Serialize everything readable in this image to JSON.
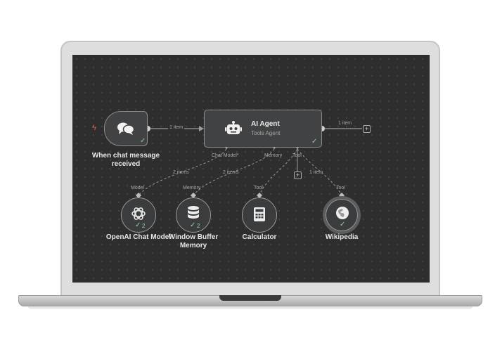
{
  "workflow": {
    "trigger": {
      "title_line1": "When chat message",
      "title_line2": "received",
      "check": "✓"
    },
    "agent": {
      "title": "AI Agent",
      "subtitle": "Tools Agent",
      "check": "✓"
    },
    "ports": {
      "chat_model": "Chat Model*",
      "memory": "Memory",
      "tool": "Tool"
    },
    "connections": {
      "trigger_to_agent": "1 item",
      "agent_output": "1 item",
      "model_items": "2 items",
      "memory_items": "2 items",
      "tool_items": "1 item"
    },
    "subnodes": [
      {
        "type_label": "Model",
        "title_line1": "OpenAI Chat Model",
        "title_line2": "",
        "icon": "openai-icon",
        "check": "✓",
        "count": "2"
      },
      {
        "type_label": "Memory",
        "title_line1": "Window Buffer",
        "title_line2": "Memory",
        "icon": "database-icon",
        "check": "✓",
        "count": "2"
      },
      {
        "type_label": "Tool",
        "title_line1": "Calculator",
        "title_line2": "",
        "icon": "calculator-icon",
        "check": "",
        "count": ""
      },
      {
        "type_label": "Tool",
        "title_line1": "Wikipedia",
        "title_line2": "",
        "icon": "wikipedia-globe-icon",
        "check": "✓",
        "count": ""
      }
    ],
    "colors": {
      "canvas": "#2e2e2e",
      "node": "#414243",
      "success": "#8ecfa6",
      "trigger_bolt": "#e2644f"
    }
  }
}
